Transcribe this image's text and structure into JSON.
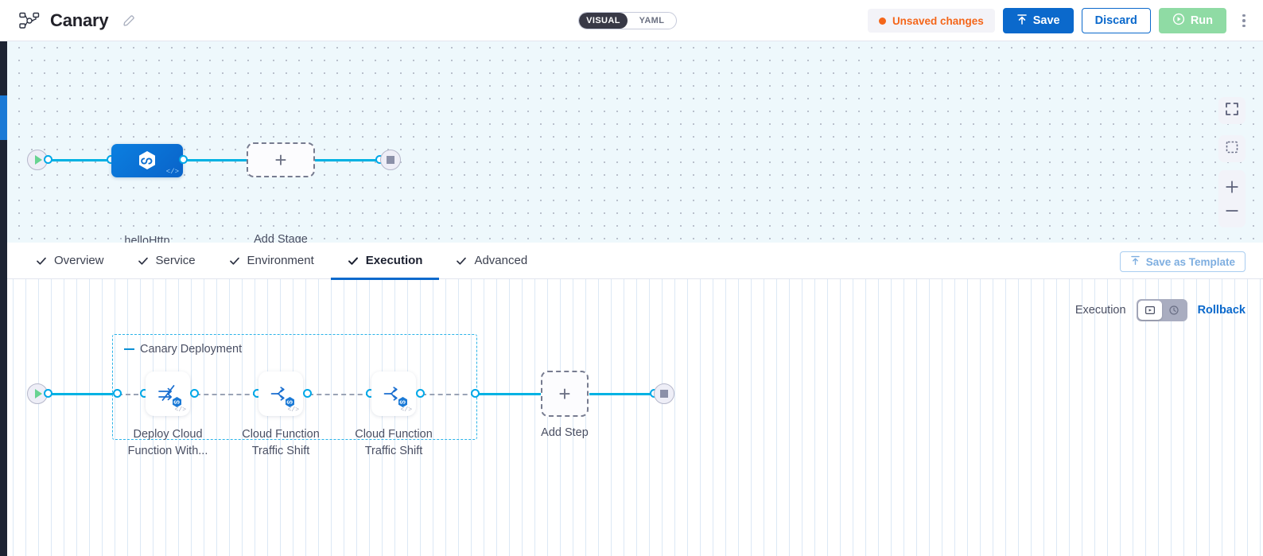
{
  "header": {
    "pipeline_icon": "pipeline-nodes-icon",
    "title": "Canary",
    "edit_icon": "pencil-edit-icon",
    "mode_toggle": {
      "visual": "VISUAL",
      "yaml": "YAML",
      "selected": "VISUAL"
    },
    "unsaved": {
      "label": "Unsaved changes",
      "dot_color": "#f4661a",
      "status_color": "#f4661a"
    },
    "save": {
      "label": "Save",
      "icon": "save-upload-icon",
      "color": "#0b69cc"
    },
    "discard": {
      "label": "Discard",
      "color": "#0b69cc"
    },
    "run": {
      "label": "Run",
      "icon": "play-circle-icon",
      "color": "#8fdba4"
    },
    "more_menu": "kebab-menu-icon"
  },
  "top_canvas": {
    "controls": [
      {
        "name": "fullscreen",
        "icon": "expand-corners-icon"
      },
      {
        "name": "fit-to-screen",
        "icon": "dashed-frame-icon"
      },
      {
        "name": "zoom-in",
        "icon": "plus-icon"
      },
      {
        "name": "zoom-out",
        "icon": "minus-icon"
      }
    ],
    "start_node": {
      "icon": "play-icon"
    },
    "end_node": {
      "icon": "stop-square-icon"
    },
    "stages": [
      {
        "label": "helloHttp",
        "icon": "harness-hexagon-icon",
        "code_mark": "</>"
      }
    ],
    "add_stage": {
      "label": "Add Stage",
      "icon": "plus-icon"
    }
  },
  "tabs": [
    {
      "label": "Overview",
      "checked": true,
      "active": false
    },
    {
      "label": "Service",
      "checked": true,
      "active": false
    },
    {
      "label": "Environment",
      "checked": true,
      "active": false
    },
    {
      "label": "Execution",
      "checked": true,
      "active": true
    },
    {
      "label": "Advanced",
      "checked": true,
      "active": false
    }
  ],
  "save_as_template": {
    "label": "Save as Template",
    "icon": "template-upload-icon"
  },
  "bottom_canvas": {
    "exec_label": "Execution",
    "toggle": [
      {
        "name": "execution-view",
        "icon": "execution-flow-icon",
        "active": true
      },
      {
        "name": "rollback-view",
        "icon": "rollback-clock-icon",
        "active": false
      }
    ],
    "rollback_link": "Rollback",
    "group": {
      "title": "Canary Deployment",
      "collapse_icon": "collapse-dash-icon",
      "steps": [
        {
          "label": "Deploy Cloud\nFunction With...",
          "icon": "deploy-swap-arrows-icon",
          "badge": "harness-step-badge",
          "code_mark": "</>"
        },
        {
          "label": "Cloud Function\nTraffic Shift",
          "icon": "traffic-split-arrows-icon",
          "badge": "harness-step-badge",
          "code_mark": "</>"
        },
        {
          "label": "Cloud Function\nTraffic Shift",
          "icon": "traffic-split-arrows-icon",
          "badge": "harness-step-badge",
          "code_mark": "</>"
        }
      ]
    },
    "add_step": {
      "label": "Add Step",
      "icon": "plus-icon"
    },
    "start_node": {
      "icon": "play-icon"
    },
    "end_node": {
      "icon": "stop-square-icon"
    }
  }
}
